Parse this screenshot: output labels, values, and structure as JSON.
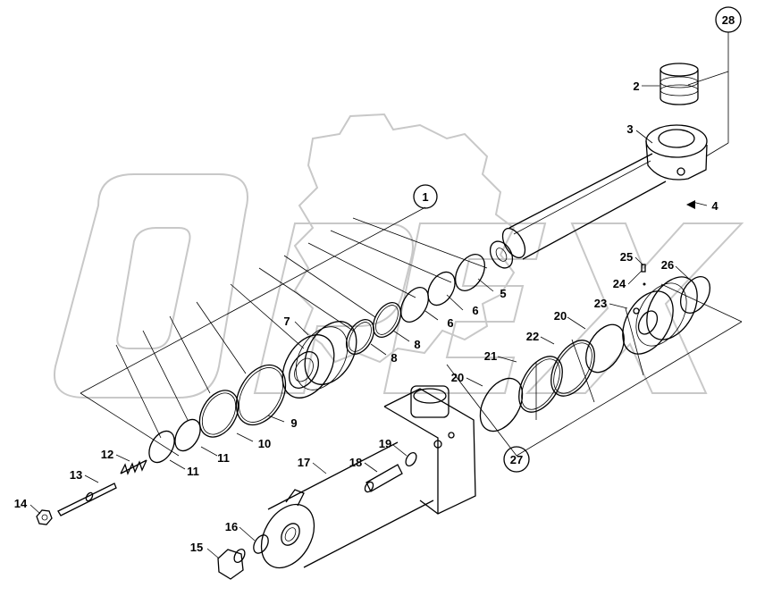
{
  "watermark": {
    "text": "OPEX"
  },
  "callouts": {
    "p1": "1",
    "p2": "2",
    "p3": "3",
    "p4": "4",
    "p5": "5",
    "p6a": "6",
    "p6b": "6",
    "p7": "7",
    "p8a": "8",
    "p8b": "8",
    "p9": "9",
    "p10": "10",
    "p11a": "11",
    "p11b": "11",
    "p12": "12",
    "p13": "13",
    "p14": "14",
    "p15": "15",
    "p16": "16",
    "p17": "17",
    "p18": "18",
    "p19": "19",
    "p20a": "20",
    "p20b": "20",
    "p21": "21",
    "p22": "22",
    "p23": "23",
    "p24": "24",
    "p25": "25",
    "p26": "26",
    "p27": "27",
    "p28": "28"
  }
}
